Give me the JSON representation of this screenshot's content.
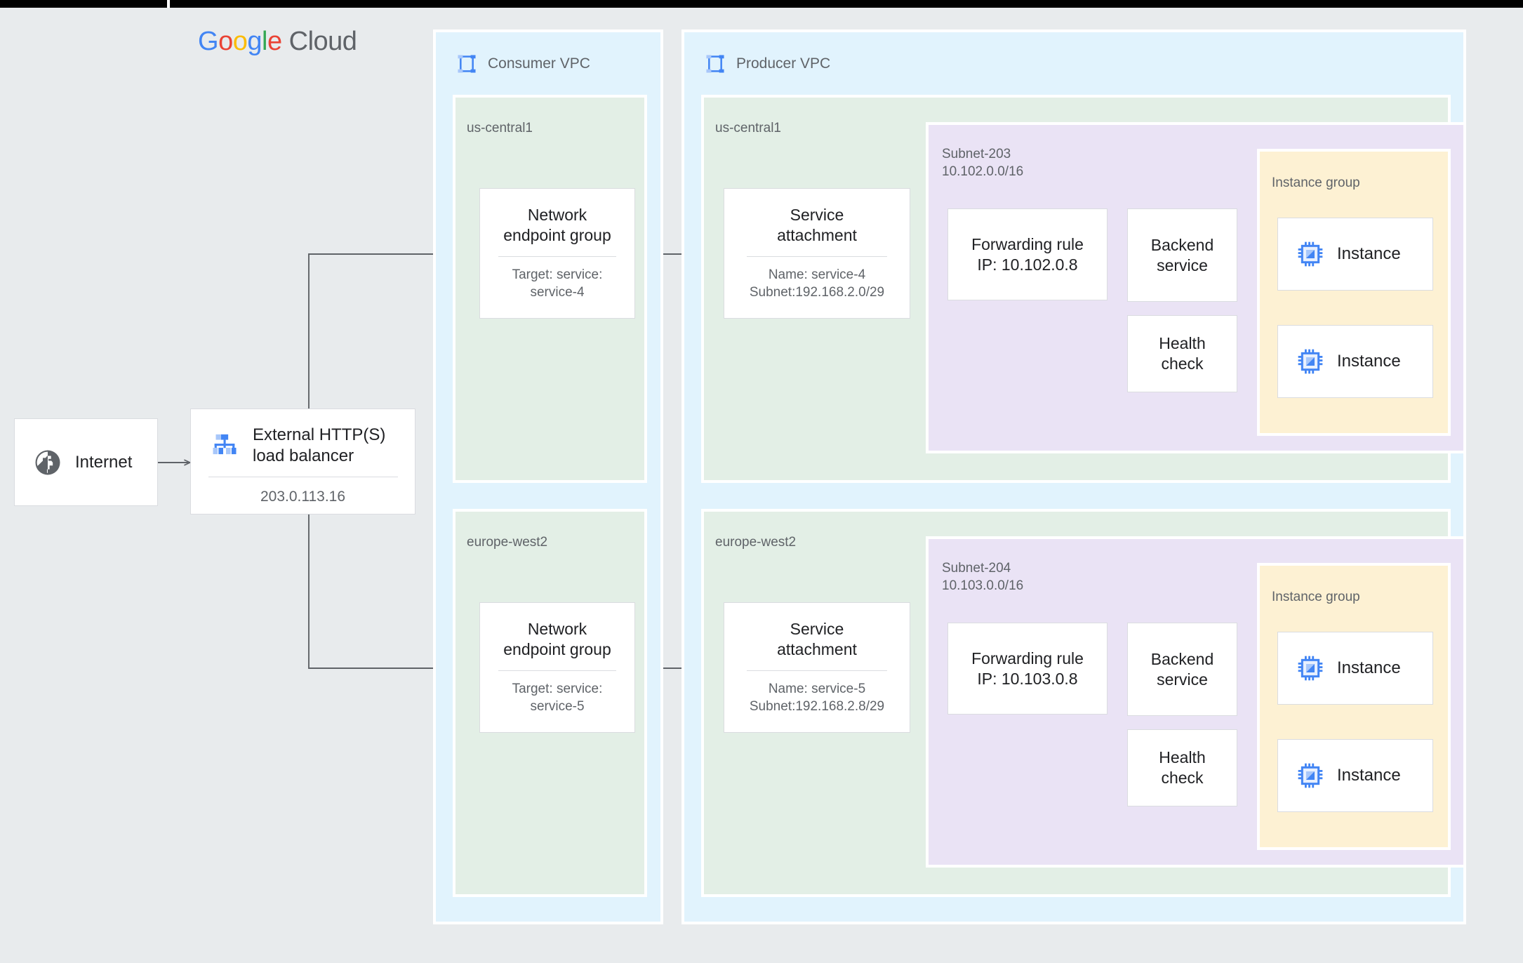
{
  "topbar": {
    "present": true
  },
  "brand": {
    "google": [
      "G",
      "o",
      "o",
      "g",
      "l",
      "e"
    ],
    "cloud": "Cloud"
  },
  "colors": {
    "page_bg": "#e8ebed",
    "vpc_bg": "#e1f3fd",
    "region_bg": "#e3efe6",
    "subnet_bg": "#eae3f5",
    "instance_group_bg": "#fdf1d3",
    "node_bg": "#ffffff",
    "node_border": "#dadce0",
    "connector": "#5f6368",
    "text_primary": "#202124",
    "text_secondary": "#5f6368",
    "icon_blue": "#4285f4",
    "icon_blue_light": "#a8c7fa"
  },
  "internet": {
    "label": "Internet",
    "icon": "globe-icon"
  },
  "load_balancer": {
    "icon": "load-balancer-icon",
    "title": "External HTTP(S)\nload balancer",
    "ip": "203.0.113.16"
  },
  "vpcs": [
    {
      "id": "consumer",
      "icon": "vpc-icon",
      "label": "Consumer VPC"
    },
    {
      "id": "producer",
      "icon": "vpc-icon",
      "label": "Producer VPC"
    }
  ],
  "consumer_regions": [
    {
      "label": "us-central1",
      "neg": {
        "title": "Network\nendpoint group",
        "sub": "Target: service:\nservice-4"
      }
    },
    {
      "label": "europe-west2",
      "neg": {
        "title": "Network\nendpoint group",
        "sub": "Target: service:\nservice-5"
      }
    }
  ],
  "producer_regions": [
    {
      "label": "us-central1",
      "service_attachment": {
        "title": "Service\nattachment",
        "sub": "Name: service-4\nSubnet:192.168.2.0/29"
      },
      "subnet": {
        "name": "Subnet-203",
        "cidr": "10.102.0.0/16"
      },
      "forwarding_rule": {
        "title": "Forwarding rule\nIP: 10.102.0.8"
      },
      "backend_service": {
        "title": "Backend\nservice"
      },
      "health_check": {
        "title": "Health\ncheck"
      },
      "instance_group": {
        "label": "Instance group",
        "instances": [
          {
            "label": "Instance",
            "icon": "cpu-instance-icon"
          },
          {
            "label": "Instance",
            "icon": "cpu-instance-icon"
          }
        ]
      }
    },
    {
      "label": "europe-west2",
      "service_attachment": {
        "title": "Service\nattachment",
        "sub": "Name: service-5\nSubnet:192.168.2.8/29"
      },
      "subnet": {
        "name": "Subnet-204",
        "cidr": "10.103.0.0/16"
      },
      "forwarding_rule": {
        "title": "Forwarding rule\nIP: 10.103.0.8"
      },
      "backend_service": {
        "title": "Backend\nservice"
      },
      "health_check": {
        "title": "Health\ncheck"
      },
      "instance_group": {
        "label": "Instance group",
        "instances": [
          {
            "label": "Instance",
            "icon": "cpu-instance-icon"
          },
          {
            "label": "Instance",
            "icon": "cpu-instance-icon"
          }
        ]
      }
    }
  ]
}
